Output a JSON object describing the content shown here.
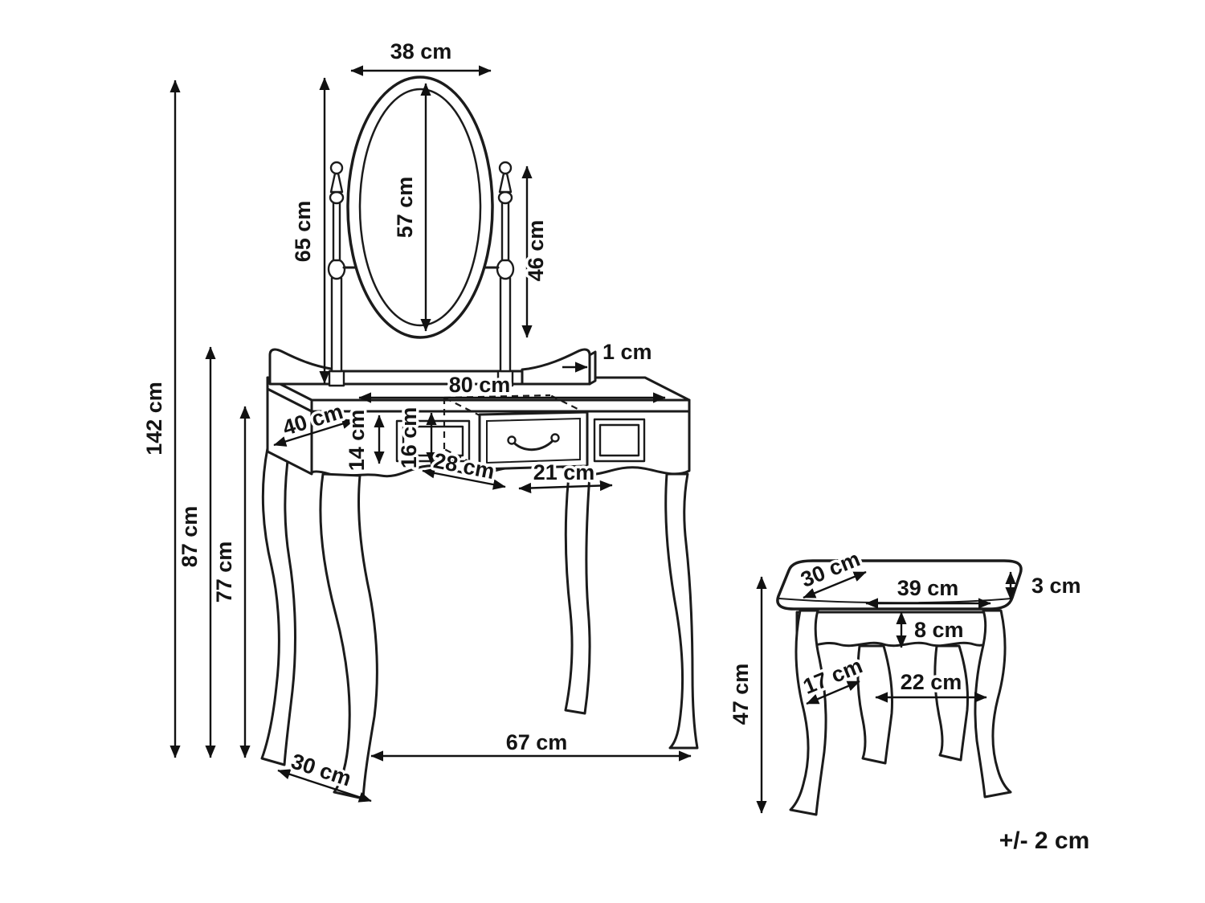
{
  "palette": {
    "ink": "#1b1b1b",
    "background": "#ffffff"
  },
  "note": {
    "tolerance": "+/- 2 cm"
  },
  "table": {
    "total_height": "142 cm",
    "backboard_height": "87 cm",
    "tabletop_height": "77 cm",
    "mirror_width": "38 cm",
    "mirror_height": "57 cm",
    "mirror_assembly_height": "65 cm",
    "mirror_post_height": "46 cm",
    "backboard_thickness": "1 cm",
    "tabletop_width": "80 cm",
    "tabletop_depth": "40 cm",
    "apron_height": "14 cm",
    "drawer_height": "16 cm",
    "drawer_depth": "28 cm",
    "drawer_width": "21 cm",
    "leg_span_width": "67 cm",
    "leg_span_depth": "30 cm"
  },
  "stool": {
    "height": "47 cm",
    "seat_depth": "30 cm",
    "seat_width": "39 cm",
    "cushion_thickness": "3 cm",
    "apron_height": "8 cm",
    "leg_span_depth": "17 cm",
    "leg_span_width": "22 cm"
  }
}
